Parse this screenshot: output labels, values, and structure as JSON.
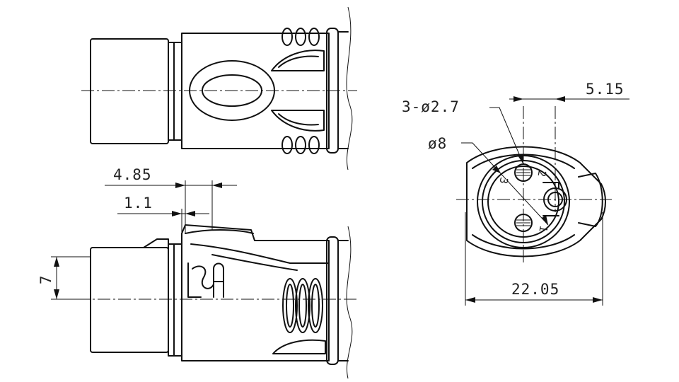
{
  "figure": {
    "top_view": {},
    "side_view": {
      "dim_width": "4.85",
      "dim_offset": "1.1",
      "dim_height": "7",
      "logo": "LSA"
    },
    "front_view": {
      "dim_pins": "3-ø2.7",
      "dim_pin_circle": "ø8",
      "dim_offset": "5.15",
      "dim_overall": "22.05",
      "pin_labels": [
        "1",
        "2",
        "3"
      ]
    }
  },
  "colors": {
    "line": "#111111",
    "background": "#ffffff"
  }
}
